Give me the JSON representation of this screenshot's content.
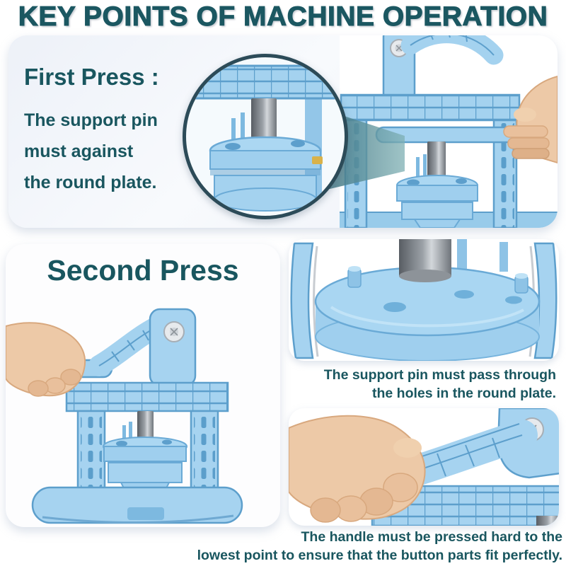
{
  "title": "KEY POINTS OF MACHINE OPERATION",
  "first_press": {
    "heading": "First Press :",
    "lines": [
      "The support pin",
      "must against",
      "the round plate."
    ]
  },
  "second_press": {
    "heading": "Second Press"
  },
  "captions": {
    "support_pin": {
      "line1": "The support pin must pass through",
      "line2": "the holes in the round plate."
    },
    "handle": {
      "line1": "The handle must be pressed hard to the",
      "line2": "lowest point to ensure that the button parts fit perfectly."
    }
  },
  "colors": {
    "accent_teal_text": "#19565f",
    "machine_blue": "#a4d2ef",
    "machine_blue_dark": "#5d9fcc",
    "card_background": "#edf1f8",
    "magnifier_border": "#2c4b58",
    "wedge_teal": "#4a7e89",
    "metal_gray": "#8d9399",
    "skin_tone": "#edc9a7"
  },
  "icons": {
    "magnifier_circle": "zoom-detail-inset",
    "screw": "pivot-screw"
  }
}
